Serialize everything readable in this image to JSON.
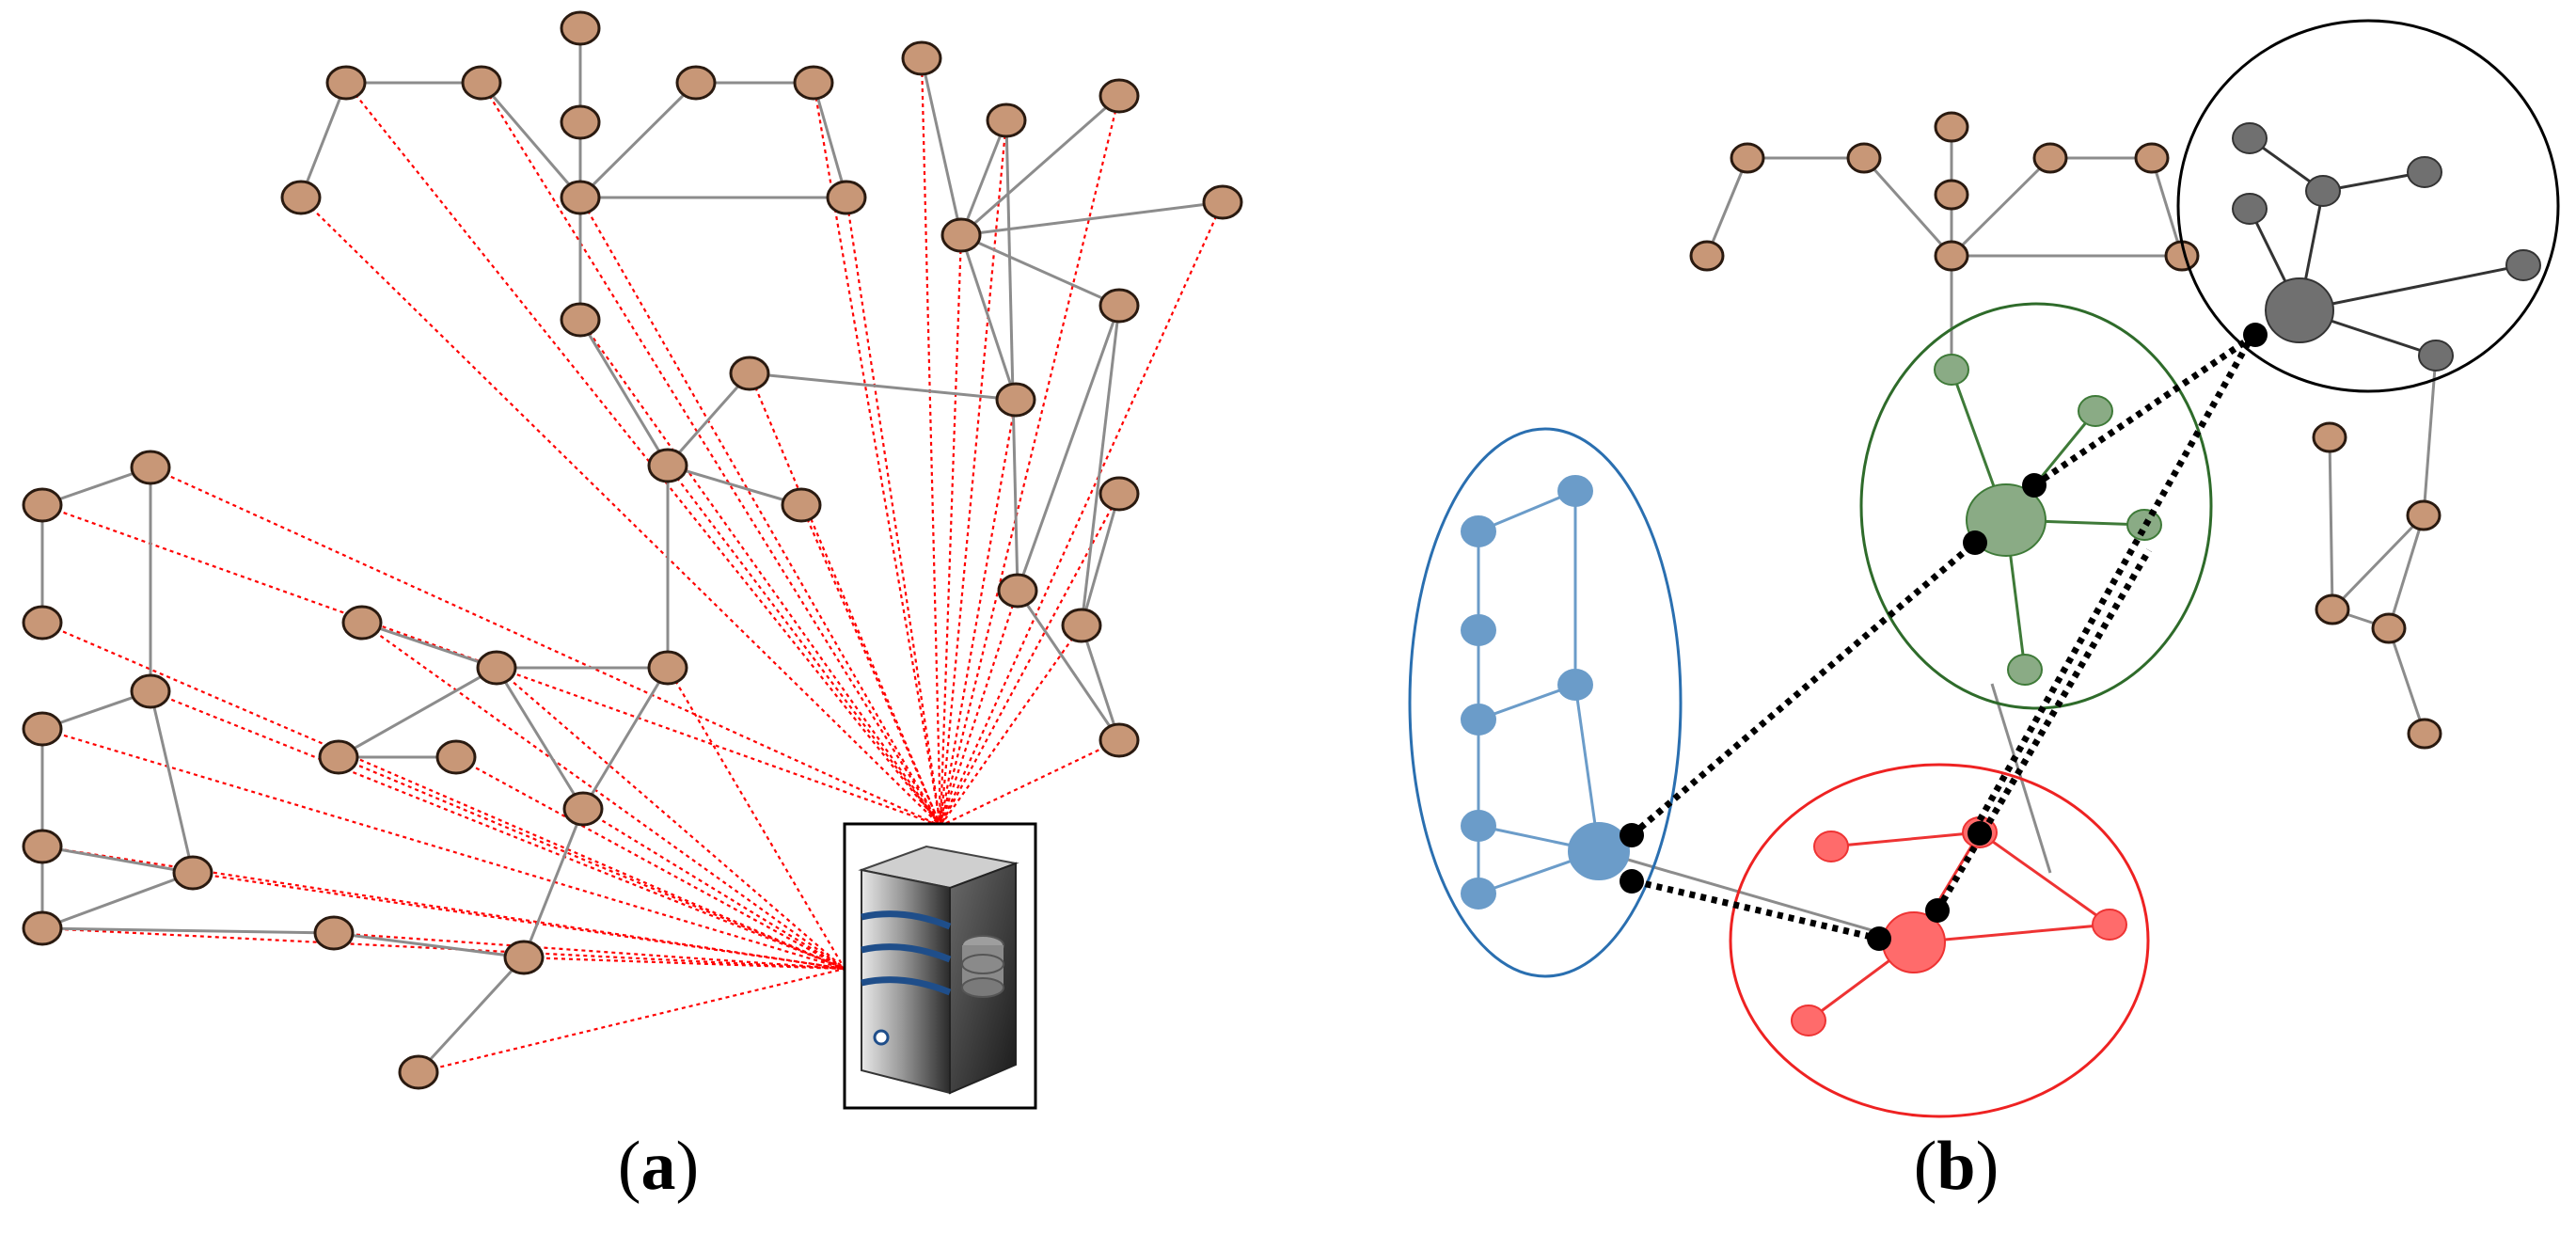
{
  "colors": {
    "node_fill": "#c89777",
    "node_stroke": "#2a1a10",
    "tree_edge": "#8c8c8c",
    "server_link": "#ff0000",
    "blue": "#6b9cc9",
    "blue_dark": "#2a6fb0",
    "green": "#8aab85",
    "green_dark": "#2e6b2a",
    "red": "#ff6b6b",
    "red_dark": "#ee2222",
    "grey": "#707070",
    "black": "#000000"
  },
  "icons": [
    "server-icon"
  ],
  "panels": [
    {
      "id": "a",
      "letter": "a"
    },
    {
      "id": "b",
      "letter": "b"
    }
  ]
}
